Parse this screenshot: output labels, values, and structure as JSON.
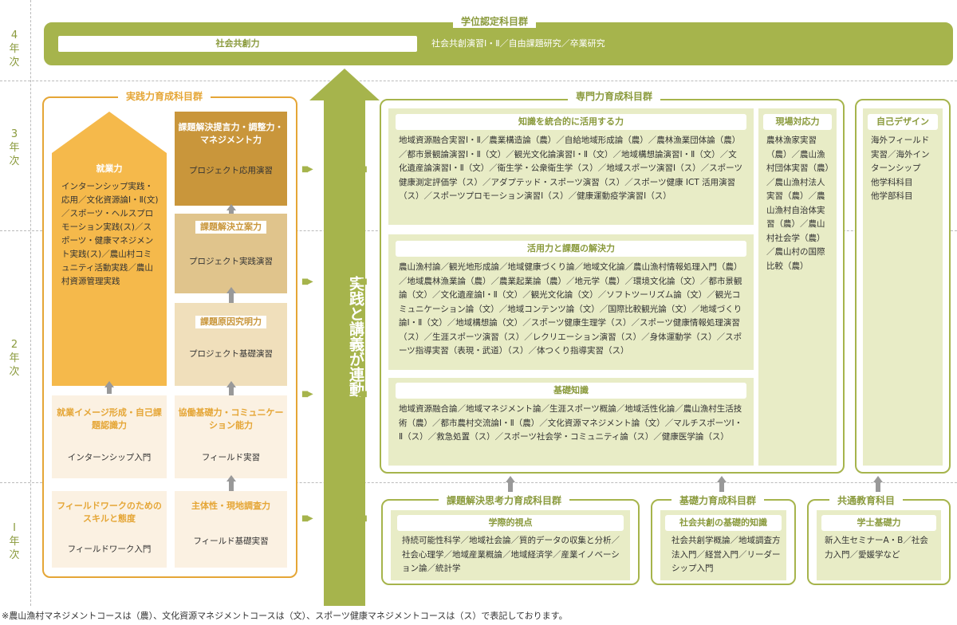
{
  "years": [
    "4\n年\n次",
    "3\n年\n次",
    "2\n年\n次",
    "Ⅰ\n年\n次"
  ],
  "top": {
    "title": "学位認定科目群",
    "pill": "社会共創力",
    "text": "社会共創演習Ⅰ・Ⅱ／自由課題研究／卒業研究"
  },
  "jissen": {
    "title": "実践力育成科目群",
    "shugyo": {
      "label": "就業力",
      "text": "インターンシップ実践・応用／文化資源論Ⅰ・Ⅱ(文)／スポーツ・ヘルスプロモーション実践(ス)／スポーツ・健康マネジメント実践(ス)／農山村コミュニティ活動実践／農山村資源管理実践"
    },
    "shugyo_image": {
      "label": "就業イメージ形成・自己課題認識力",
      "text": "インターンシップ入門"
    },
    "fieldwork": {
      "label": "フィールドワークのためのスキルと態度",
      "text": "フィールドワーク入門"
    },
    "kadai_teian": {
      "label": "課題解決提言力・調整力・マネジメント力",
      "text": "プロジェクト応用演習"
    },
    "kadai_ritsuan": {
      "label": "課題解決立案力",
      "text": "プロジェクト実践演習"
    },
    "kadai_genin": {
      "label": "課題原因究明力",
      "text": "プロジェクト基礎演習"
    },
    "kyodo": {
      "label": "協働基礎力・コミュニケーション能力",
      "text": "フィールド実習"
    },
    "shutai": {
      "label": "主体性・現地調査力",
      "text": "フィールド基礎実習"
    }
  },
  "center_arrow": "実践と講義が連動",
  "senmon": {
    "title": "専門力育成科目群",
    "chishiki": {
      "label": "知識を統合的に活用する力",
      "text": "地域資源融合実習Ⅰ・Ⅱ／農業構造論（農）／自給地域形成論（農）／農林漁業団体論（農）／都市景観論演習Ⅰ・Ⅱ（文）／観光文化論演習Ⅰ・Ⅱ（文）／地域構想論演習Ⅰ・Ⅱ（文）／文化遺産論演習Ⅰ・Ⅱ（文）／衛生学・公衆衛生学（ス）／地域スポーツ演習Ⅰ（ス）／スポーツ健康測定評価学（ス）／アダプテッド・スポーツ演習（ス）／スポーツ健康 ICT 活用演習（ス）／スポーツプロモーション演習Ⅰ（ス）／健康運動疫学演習Ⅰ（ス）"
    },
    "katsuyo": {
      "label": "活用力と課題の解決力",
      "text": "農山漁村論／観光地形成論／地域健康づくり論／地域文化論／農山漁村情報処理入門（農）／地域農林漁業論（農）／農業起業論（農）／地元学（農）／環境文化論（文）／都市景観論（文）／文化遺産論Ⅰ・Ⅱ（文）／観光文化論（文）／ソフトツーリズム論（文）／観光コミュニケーション論（文）／地域コンテンツ論（文）／国際比較観光論（文）／地域づくり論Ⅰ・Ⅱ（文）／地域構想論（文）／スポーツ健康生理学（ス）／スポーツ健康情報処理演習（ス）／生涯スポーツ演習（ス）／レクリエーション演習（ス）／身体運動学（ス）／スポーツ指導実習（表現・武道）（ス）／体つくり指導実習（ス）"
    },
    "kiso": {
      "label": "基礎知識",
      "text": "地域資源融合論／地域マネジメント論／生涯スポーツ概論／地域活性化論／農山漁村生活技術（農）／都市農村交流論Ⅰ・Ⅱ（農）／文化資源マネジメント論（文）／マルチスポーツⅠ・Ⅱ（ス）／救急処置（ス）／スポーツ社会学・コミュニティ論（ス）／健康医学論（ス）"
    },
    "genba": {
      "label": "現場対応力",
      "text": "農林漁家実習（農）／農山漁村団体実習（農）／農山漁村法人実習（農）／農山漁村自治体実習（農）／農山村社会学（農）／農山村の国際比較（農）"
    }
  },
  "jiko": {
    "label": "自己デザイン",
    "text": "海外フィールド実習／海外インターンシップ\n他学科科目\n他学部科目"
  },
  "kadai_shiko": {
    "title": "課題解決思考力育成科目群",
    "label": "学際的視点",
    "text": "持続可能性科学／地域社会論／質的データの収集と分析／社会心理学／地域産業概論／地域経済学／産業イノベーション論／統計学"
  },
  "kisoryoku": {
    "title": "基礎力育成科目群",
    "label": "社会共創の基礎的知識",
    "text": "社会共創学概論／地域調査方法入門／経営入門／リーダーシップ入門"
  },
  "kyotsu": {
    "title": "共通教育科目",
    "label": "学士基礎力",
    "text": "新入生セミナーA・B／社会力入門／愛媛学など"
  },
  "footnote": "※農山漁村マネジメントコースは（農）、文化資源マネジメントコースは（文）、スポーツ健康マネジメントコースは（ス）で表記しております。",
  "colors": {
    "green": "#a6b44c",
    "green_dark": "#8a9a3c",
    "green_light": "#e8ecc6",
    "orange": "#e5a636",
    "gold_dark": "#c9963b",
    "gold_mid": "#e0c48c",
    "gold_light": "#f0dfbb",
    "cream": "#fbf1e2",
    "arrow_gray": "#999999"
  }
}
